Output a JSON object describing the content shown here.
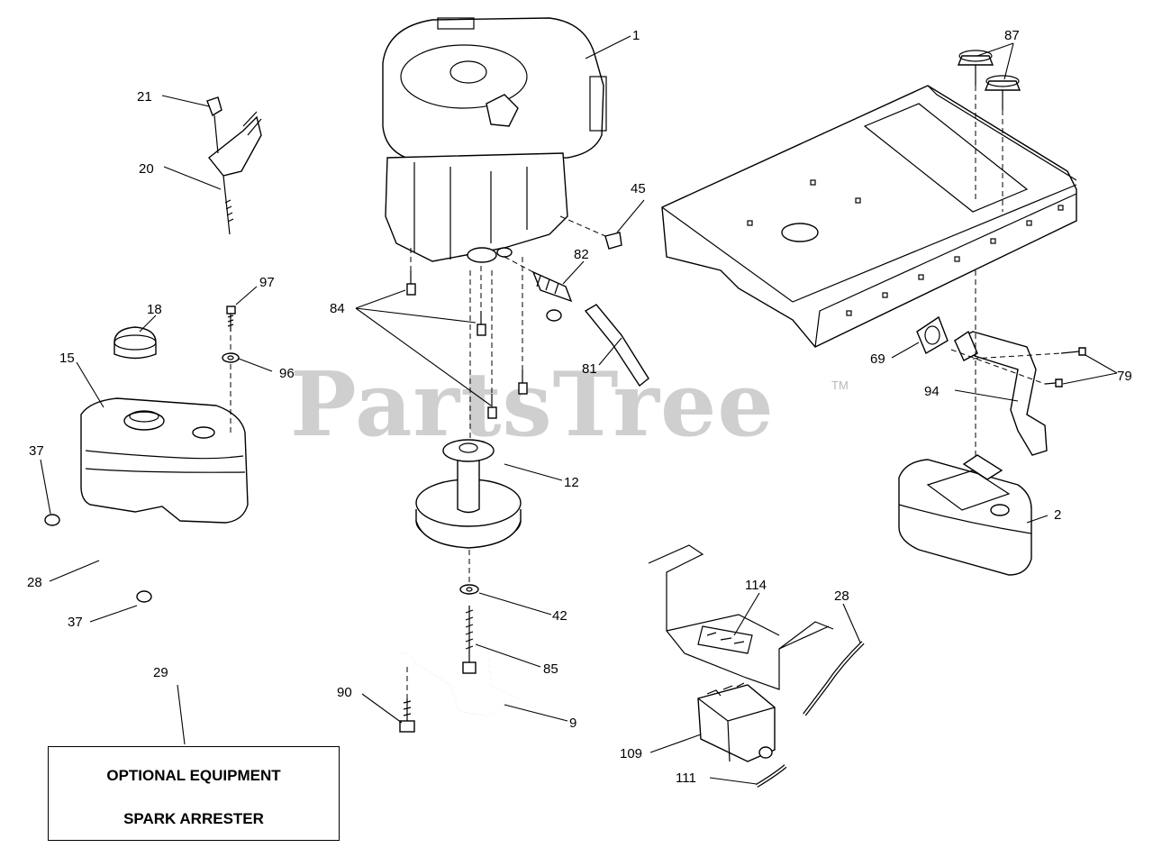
{
  "watermark": "PartsTree",
  "watermark_tm": "TM",
  "optional_box": {
    "line1": "OPTIONAL EQUIPMENT",
    "line2": "SPARK ARRESTER"
  },
  "callouts": {
    "c1": "1",
    "c2": "2",
    "c9": "9",
    "c12": "12",
    "c15": "15",
    "c18": "18",
    "c20": "20",
    "c21": "21",
    "c28a": "28",
    "c28b": "28",
    "c29": "29",
    "c37a": "37",
    "c37b": "37",
    "c42": "42",
    "c45": "45",
    "c69": "69",
    "c79": "79",
    "c81": "81",
    "c82": "82",
    "c84": "84",
    "c85": "85",
    "c87": "87",
    "c90": "90",
    "c94": "94",
    "c96": "96",
    "c97": "97",
    "c109": "109",
    "c111": "111",
    "c114": "114"
  }
}
